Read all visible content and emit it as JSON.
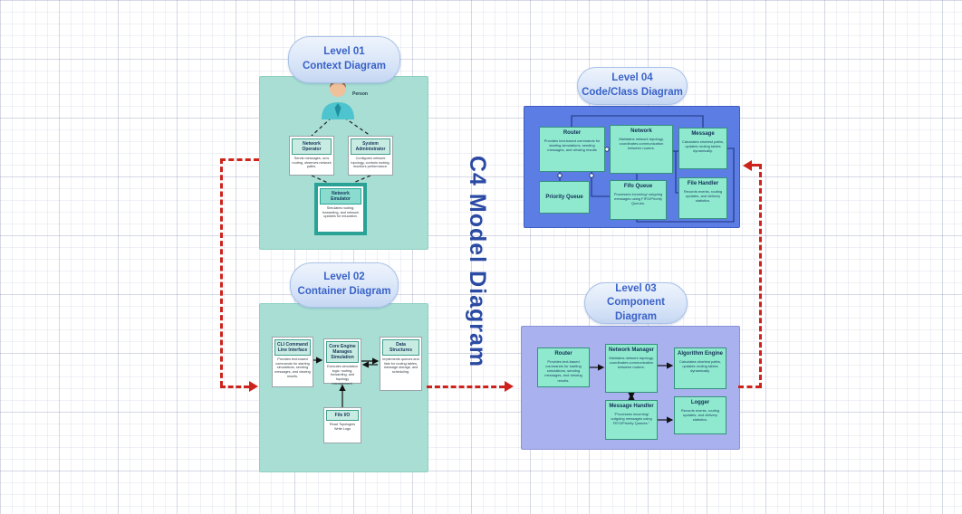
{
  "canvas": {
    "title": "C4 Model Diagram"
  },
  "colors": {
    "panel_mint": "#a8ded3",
    "panel_blue": "#5b7de4",
    "panel_lavender": "#a9b2ee",
    "node_teal": "#8fe9cf",
    "bubble_fill": "#d4e2f7",
    "bubble_text": "#3a62c8",
    "route_red": "#cc241c",
    "title_blue": "#2b4aa3"
  },
  "level01": {
    "label_line1": "Level 01",
    "label_line2": "Context Diagram",
    "person_label": "Person",
    "nodes": {
      "network_operator": {
        "title": "Network Operator",
        "desc": "Sends messages, runs routing, observes network paths."
      },
      "system_administrator": {
        "title": "System Administrator",
        "desc": "Configures network topology, controls routing, monitors performance."
      },
      "network_emulator": {
        "title": "Network Emulator",
        "desc": "Simulates routing, forwarding, and network updates for education."
      }
    }
  },
  "level02": {
    "label_line1": "Level 02",
    "label_line2": "Container Diagram",
    "nodes": {
      "cli": {
        "title": "CLI Command Line Interface",
        "desc": "Provides text-based commands for starting simulations, sending messages, and viewing results."
      },
      "core_engine": {
        "title": "Core Engine Manages Simulation",
        "desc": "Executes simulation logic: routing, forwarding, and topology management."
      },
      "data_structures": {
        "title": "Data Structures",
        "desc": "Implements queues and lists for routing tables, message storage, and scheduling."
      },
      "file_io": {
        "title": "File I/O",
        "desc": "Read Topologies Write Logs"
      }
    }
  },
  "level03": {
    "label_line1": "Level 03",
    "label_line2": "Component Diagram",
    "nodes": {
      "router": {
        "title": "Router",
        "desc": "Provides text-based commands for starting simulations, sending messages, and viewing results."
      },
      "network_manager": {
        "title": "Network Manager",
        "desc": "Maintains network topology, coordinates communication between routers."
      },
      "algorithm_engine": {
        "title": "Algorithm Engine",
        "desc": "Calculates shortest paths, updates routing tables dynamically."
      },
      "message_handler": {
        "title": "Message Handler",
        "desc": "\"Processes incoming/ outgoing messages using FIFO/Priority Queues.\""
      },
      "logger": {
        "title": "Logger",
        "desc": "Records events, routing updates, and delivery statistics."
      }
    }
  },
  "level04": {
    "label_line1": "Level 04",
    "label_line2": "Code/Class Diagram",
    "nodes": {
      "router": {
        "title": "Router",
        "desc": "Provides text-based commands for starting simulations, sending messages, and viewing results"
      },
      "network": {
        "title": "Network",
        "desc": "Maintains network topology, coordinates communication between routers."
      },
      "message": {
        "title": "Message",
        "desc": "Calculates shortest paths, updates routing tables dynamically."
      },
      "priority_queue": {
        "title": "Priority Queue",
        "desc": ""
      },
      "fifo_queue": {
        "title": "Fifo Queue",
        "desc": "Processes incoming/ outgoing messages using FIFO/Priority Queues."
      },
      "file_handler": {
        "title": "File Handler",
        "desc": "Records events, routing updates, and delivery statistics."
      }
    }
  }
}
